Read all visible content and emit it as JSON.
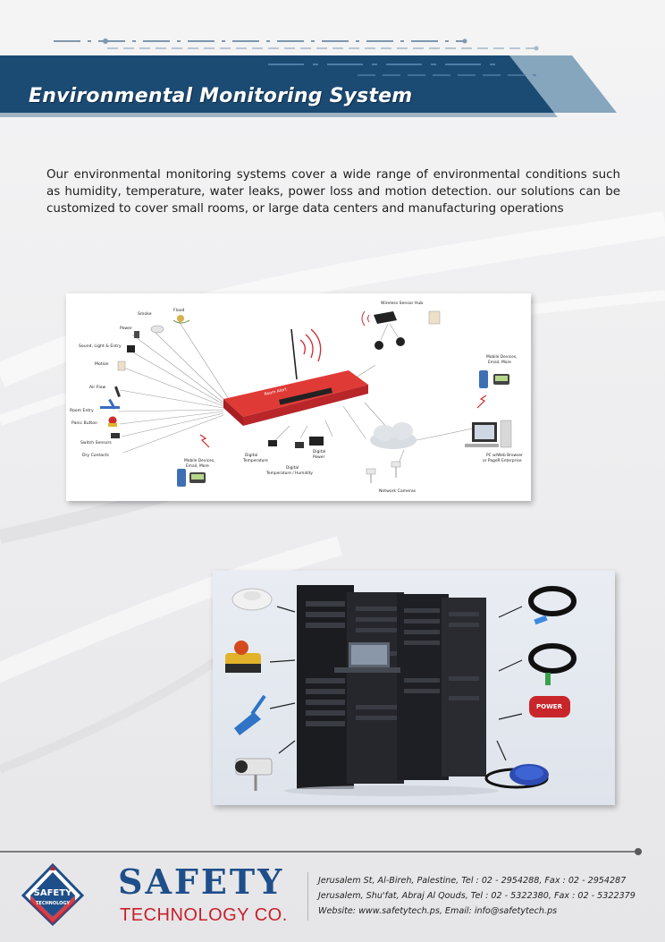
{
  "header": {
    "title": "Environmental Monitoring System"
  },
  "intro": {
    "text": "Our environmental monitoring systems cover a wide range of environmental conditions such as humidity, temperature, water leaks, power loss and motion detection. our solutions can be customized to cover small rooms, or large data centers and manufacturing operations"
  },
  "diagram": {
    "sensors": [
      "Smoke",
      "Flood",
      "Power",
      "Sound, Light & Entry",
      "Motion",
      "Air Flow",
      "Room Entry",
      "Panic Button",
      "Switch Sensors",
      "Dry Contacts"
    ],
    "wireless_hub": "Wireless Sensor Hub",
    "mobile_left": [
      "Mobile Devices,",
      "Email, More"
    ],
    "mobile_right": [
      "Mobile Devices,",
      "Email, More"
    ],
    "digital_temperature": [
      "Digital",
      "Temperature"
    ],
    "digital_temp_humidity": [
      "Digital",
      "Temperature / Humidity"
    ],
    "digital_power": [
      "Digital",
      "Power"
    ],
    "network_cameras": "Network Cameras",
    "pc_browser": [
      "PC w/Web Browser",
      "or PageR Enterprise"
    ],
    "device_label": "Room Alert"
  },
  "photo": {
    "power_label": "POWER"
  },
  "company": {
    "name_big": "SAFETY",
    "name_small": "TECHNOLOGY CO.",
    "logo_text_1": "SAFETY",
    "logo_text_2": "TECHNOLOGY"
  },
  "contact": {
    "line1": "Jerusalem St, Al-Bireh, Palestine, Tel : 02 - 2954288, Fax : 02 - 2954287",
    "line2": "Jerusalem, Shu'fat, Abraj Al Qouds, Tel : 02 - 5322380, Fax : 02 - 5322379",
    "line3": "Website: www.safetytech.ps, Email: info@safetytech.ps"
  },
  "colors": {
    "header_blue": "#1b4a73",
    "brand_blue": "#1f4f8a",
    "brand_red": "#c8202c",
    "device_red": "#c9262b"
  }
}
